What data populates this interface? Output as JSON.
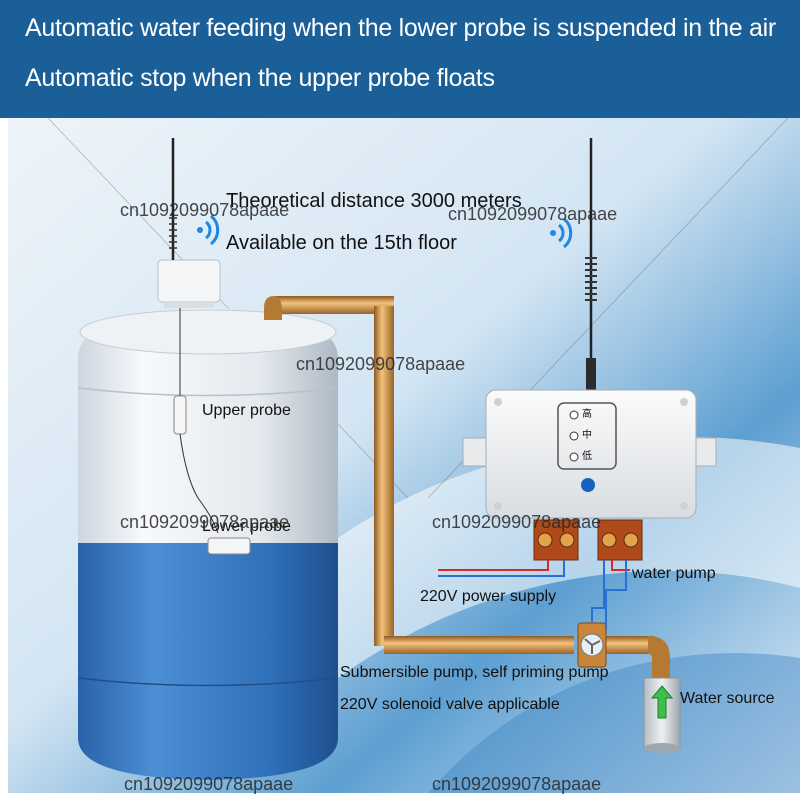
{
  "header": {
    "line1": "Automatic water feeding when the lower probe is suspended in the air",
    "line2": "Automatic stop when the upper probe floats"
  },
  "labels": {
    "distance": "Theoretical distance 3000 meters",
    "floor": "Available on the 15th floor",
    "upper_probe": "Upper probe",
    "lower_probe": "Lower probe",
    "water_pump": "water pump",
    "power_supply": "220V power supply",
    "pump_note": "Submersible pump, self priming pump",
    "valve_note": "220V solenoid valve applicable",
    "water_source": "Water source"
  },
  "controller": {
    "level_high": "高",
    "level_mid": "中",
    "level_low": "低"
  },
  "watermark": "cn1092099078apaae",
  "colors": {
    "header": "#1b5f98",
    "tank_water": "#2e6fb7",
    "pipe": "#c98a3e",
    "wire_red": "#d42a2a",
    "wire_blue": "#2a6fd4",
    "signal": "#1e88e5"
  },
  "icons": [
    "antenna-icon",
    "wifi-signal-icon",
    "up-arrow-icon"
  ]
}
